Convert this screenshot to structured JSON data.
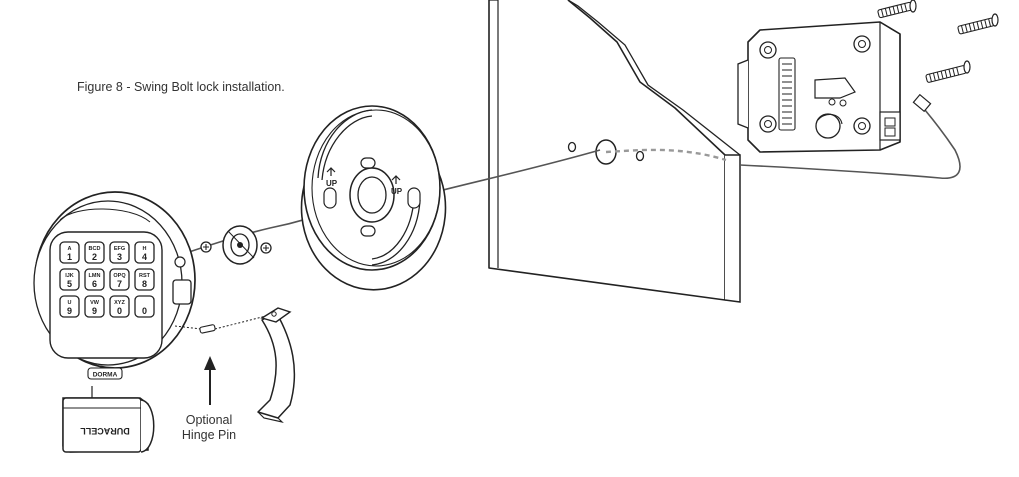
{
  "figure": {
    "caption": "Figure 8 - Swing Bolt lock installation.",
    "callout": {
      "line1": "Optional",
      "line2": "Hinge Pin"
    }
  },
  "keypad": {
    "keys": [
      {
        "letters": "A",
        "digit": "1"
      },
      {
        "letters": "BCD",
        "digit": "2"
      },
      {
        "letters": "EFG",
        "digit": "3"
      },
      {
        "letters": "H",
        "digit": "4"
      },
      {
        "letters": "IJK",
        "digit": "5"
      },
      {
        "letters": "LMN",
        "digit": "6"
      },
      {
        "letters": "OPQ",
        "digit": "7"
      },
      {
        "letters": "RST",
        "digit": "8"
      },
      {
        "letters": "U",
        "digit": "9"
      },
      {
        "letters": "VW",
        "digit": "9"
      },
      {
        "letters": "XYZ",
        "digit": "0"
      },
      {
        "letters": "",
        "digit": "0"
      }
    ],
    "brand": "DORMA"
  },
  "mounting_plate": {
    "up_label": "UP"
  },
  "battery": {
    "brand": "DURACELL"
  }
}
